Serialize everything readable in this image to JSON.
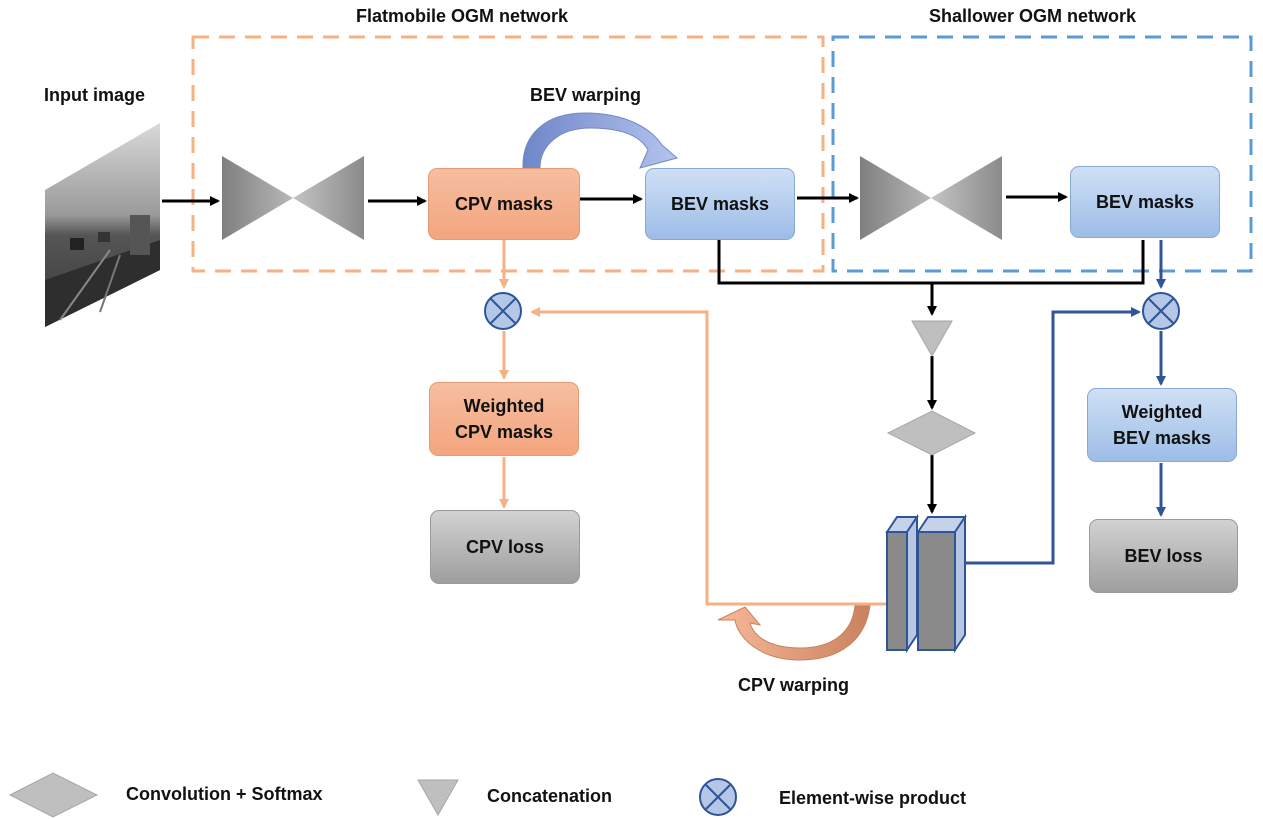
{
  "titles": {
    "flatmobile": "Flatmobile OGM network",
    "shallower": "Shallower OGM network"
  },
  "labels": {
    "input_image": "Input image",
    "bev_warping": "BEV warping",
    "cpv_warping": "CPV warping"
  },
  "boxes": {
    "cpv_masks": "CPV masks",
    "bev_masks_1": "BEV masks",
    "bev_masks_2": "BEV masks",
    "weighted_cpv_line1": "Weighted",
    "weighted_cpv_line2": "CPV masks",
    "weighted_bev_line1": "Weighted",
    "weighted_bev_line2": "BEV masks",
    "cpv_loss": "CPV loss",
    "bev_loss": "BEV loss"
  },
  "legend": {
    "convolution": "Convolution + Softmax",
    "concatenation": "Concatenation",
    "elementwise": "Element-wise product"
  },
  "colors": {
    "orange_line": "#f4b183",
    "blue_line": "#2f5597",
    "orange_dash": "#f4b183",
    "blue_dash": "#5b9bd5",
    "gray_shape": "#a6a6a6"
  }
}
